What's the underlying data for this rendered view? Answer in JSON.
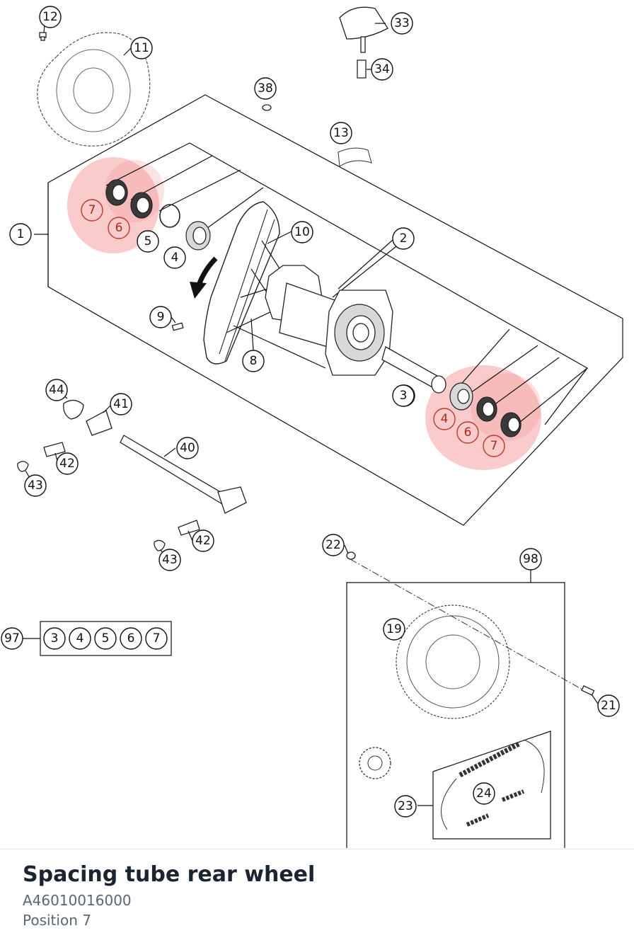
{
  "part": {
    "title": "Spacing tube rear wheel",
    "number": "A46010016000",
    "position": "Position 7"
  },
  "diagram": {
    "highlight_color": "#f28b8b",
    "callouts": [
      {
        "label": "1",
        "highlighted": false
      },
      {
        "label": "2",
        "highlighted": false
      },
      {
        "label": "3",
        "highlighted": false
      },
      {
        "label": "4",
        "highlighted": false
      },
      {
        "label": "5",
        "highlighted": false
      },
      {
        "label": "6",
        "highlighted": true
      },
      {
        "label": "7",
        "highlighted": true
      },
      {
        "label": "8",
        "highlighted": false
      },
      {
        "label": "9",
        "highlighted": false
      },
      {
        "label": "10",
        "highlighted": false
      },
      {
        "label": "11",
        "highlighted": false
      },
      {
        "label": "12",
        "highlighted": false
      },
      {
        "label": "13",
        "highlighted": false
      },
      {
        "label": "3",
        "highlighted": false
      },
      {
        "label": "4",
        "highlighted": true
      },
      {
        "label": "6",
        "highlighted": true
      },
      {
        "label": "7",
        "highlighted": true
      },
      {
        "label": "19",
        "highlighted": false
      },
      {
        "label": "21",
        "highlighted": false
      },
      {
        "label": "22",
        "highlighted": false
      },
      {
        "label": "23",
        "highlighted": false
      },
      {
        "label": "24",
        "highlighted": false
      },
      {
        "label": "33",
        "highlighted": false
      },
      {
        "label": "34",
        "highlighted": false
      },
      {
        "label": "38",
        "highlighted": false
      },
      {
        "label": "40",
        "highlighted": false
      },
      {
        "label": "41",
        "highlighted": false
      },
      {
        "label": "42",
        "highlighted": false
      },
      {
        "label": "43",
        "highlighted": false
      },
      {
        "label": "42",
        "highlighted": false
      },
      {
        "label": "43",
        "highlighted": false
      },
      {
        "label": "44",
        "highlighted": false
      },
      {
        "label": "97",
        "highlighted": false
      },
      {
        "label": "98",
        "highlighted": false
      }
    ],
    "kit_97": [
      "3",
      "4",
      "5",
      "6",
      "7"
    ]
  }
}
